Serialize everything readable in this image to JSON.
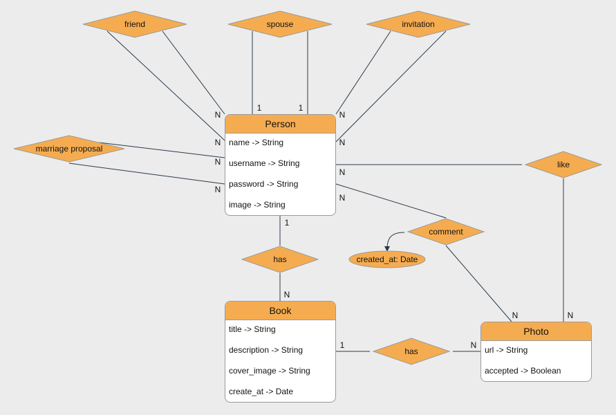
{
  "entities": {
    "person": {
      "title": "Person",
      "attrs": [
        "name -> String",
        "username -> String",
        "password -> String",
        "image -> String"
      ]
    },
    "book": {
      "title": "Book",
      "attrs": [
        "title -> String",
        "description -> String",
        "cover_image -> String",
        "create_at -> Date"
      ]
    },
    "photo": {
      "title": "Photo",
      "attrs": [
        "url -> String",
        "accepted -> Boolean"
      ]
    }
  },
  "relationships": {
    "friend": "friend",
    "spouse": "spouse",
    "invitation": "invitation",
    "marriage_proposal": "marriage proposal",
    "like": "like",
    "comment": "comment",
    "has_person_book": "has",
    "has_book_photo": "has"
  },
  "attributes": {
    "created_at": "created_at: Date"
  },
  "cardinalities": {
    "friend_a": "N",
    "friend_b": "N",
    "spouse_a": "1",
    "spouse_b": "1",
    "invitation_a": "N",
    "invitation_b": "N",
    "proposal_a": "N",
    "proposal_b": "N",
    "like_person": "N",
    "like_photo": "N",
    "comment_person": "N",
    "comment_photo": "N",
    "has_person": "1",
    "has_book": "N",
    "has2_book": "1",
    "has2_photo": "N"
  },
  "colors": {
    "fill": "#f5ac50",
    "stroke": "#9a9a9a",
    "line": "#2b3a4a",
    "background": "#ececec"
  }
}
